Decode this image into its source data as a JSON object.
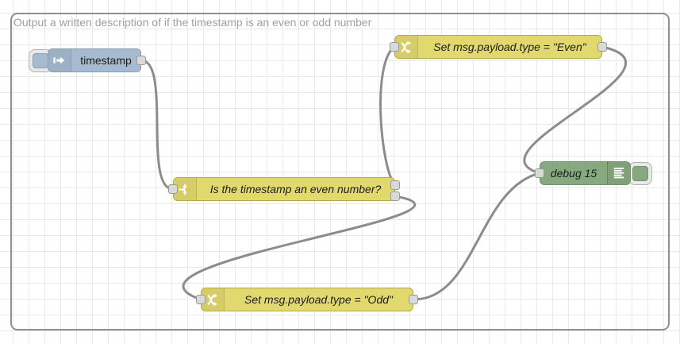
{
  "group": {
    "label": "Output a written description of if the timestamp is an even or odd number"
  },
  "nodes": {
    "inject": {
      "type": "inject",
      "label": "timestamp",
      "color": "#a6bbcf",
      "icon": "arrow-in-icon"
    },
    "switch": {
      "type": "switch",
      "label": "Is the timestamp an even number?",
      "color": "#e2d96e",
      "icon": "fork-icon",
      "outputs": 2
    },
    "changeEven": {
      "type": "change",
      "label": "Set msg.payload.type = \"Even\"",
      "color": "#e2d96e",
      "icon": "shuffle-icon"
    },
    "changeOdd": {
      "type": "change",
      "label": "Set msg.payload.type = \"Odd\"",
      "color": "#e2d96e",
      "icon": "shuffle-icon"
    },
    "debug": {
      "type": "debug",
      "label": "debug 15",
      "color": "#87a980",
      "icon": "list-icon"
    }
  },
  "style": {
    "wire_color": "#8c8c8c",
    "grid_color": "#e9e9e9",
    "group_border_color": "#8f8f8f",
    "group_label_color": "#a0a0a0",
    "port_color": "#d9d9d9"
  }
}
